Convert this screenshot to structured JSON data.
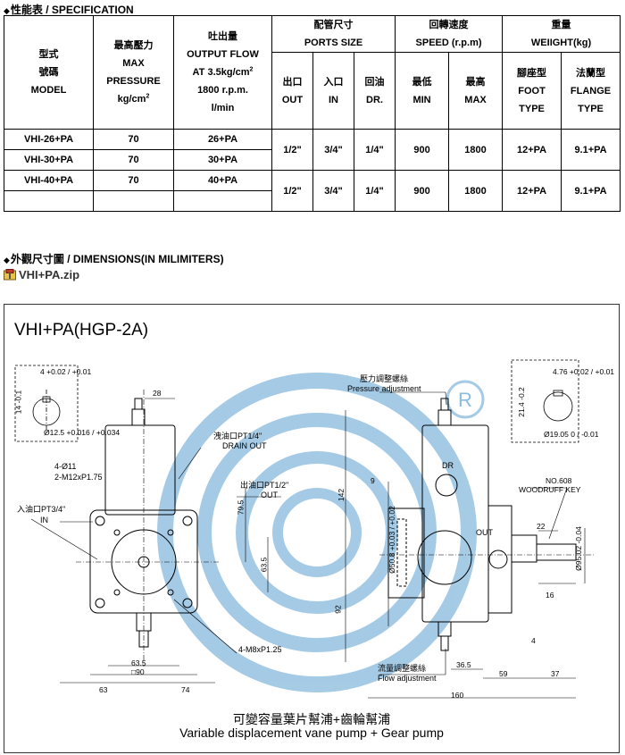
{
  "spec_section": {
    "title": "性能表 / SPECIFICATION",
    "bullet": "◆"
  },
  "table": {
    "h_model_zh": "型式",
    "h_model_zh2": "號碼",
    "h_model_en": "MODEL",
    "h_press_zh": "最高壓力",
    "h_press_en1": "MAX",
    "h_press_en2": "PRESSURE",
    "h_press_unit": "kg/cm",
    "h_press_sup": "2",
    "h_flow_zh": "吐出量",
    "h_flow_en": "OUTPUT FLOW",
    "h_flow_at": "AT 3.5kg/cm",
    "h_flow_sup": "2",
    "h_flow_rpm": "1800 r.p.m.",
    "h_flow_unit": "l/min",
    "h_ports_zh": "配管尺寸",
    "h_ports_en": "PORTS SIZE",
    "h_out_zh": "出口",
    "h_out_en": "OUT",
    "h_in_zh": "入口",
    "h_in_en": "IN",
    "h_dr_zh": "回油",
    "h_dr_en": "DR.",
    "h_speed_zh": "回轉速度",
    "h_speed_en": "SPEED (r.p.m)",
    "h_min_zh": "最低",
    "h_min_en": "MIN",
    "h_max_zh": "最高",
    "h_max_en": "MAX",
    "h_weight_zh": "重量",
    "h_weight_en": "WEIIGHT(kg)",
    "h_foot_zh": "腳座型",
    "h_foot_en1": "FOOT",
    "h_foot_en2": "TYPE",
    "h_flange_zh": "法蘭型",
    "h_flange_en1": "FLANGE",
    "h_flange_en2": "TYPE",
    "rows": [
      {
        "model": "VHI-26+PA",
        "pressure": "70",
        "flow": "26+PA"
      },
      {
        "model": "VHI-30+PA",
        "pressure": "70",
        "flow": "30+PA"
      },
      {
        "model": "VHI-40+PA",
        "pressure": "70",
        "flow": "40+PA"
      }
    ],
    "group1": {
      "out": "1/2\"",
      "in": "3/4\"",
      "dr": "1/4\"",
      "min": "900",
      "max": "1800",
      "foot": "12+PA",
      "flange": "9.1+PA"
    },
    "group2": {
      "out": "1/2\"",
      "in": "3/4\"",
      "dr": "1/4\"",
      "min": "900",
      "max": "1800",
      "foot": "12+PA",
      "flange": "9.1+PA"
    }
  },
  "dim_section": {
    "title": "外觀尺寸圖 / DIMENSIONS(IN MILIMITERS)",
    "bullet": "◆",
    "zip": "VHI+PA.zip"
  },
  "drawing": {
    "title": "VHI+PA(HGP-2A)",
    "caption_zh": "可變容量葉片幫浦+齒輪幫浦",
    "caption_en": "Variable displacement vane pump + Gear pump",
    "labels": {
      "pressure_zh": "壓力調整螺絲",
      "pressure_en": "Pressure adjustment",
      "drain_zh": "洩油口PT1/4\"",
      "drain_en": "DRAIN OUT",
      "out_zh": "出油口PT1/2\"",
      "out_en": "OUT",
      "in_zh": "入油口PT3/4\"",
      "in_en": "IN",
      "holes": "4-Ø11",
      "bolts": "2-M12xP1.75",
      "m8": "4-M8xP1.25",
      "flow_zh": "流量調整螺絲",
      "flow_en": "Flow adjustment",
      "dr": "DR",
      "out_side": "OUT",
      "key_no": "NO.608",
      "key": "WOODRUFF KEY"
    },
    "dims": {
      "d28": "28",
      "d142": "142",
      "d79_5": "79.5",
      "d63_5v": "63.5",
      "d92": "92",
      "d63": "63",
      "d74": "74",
      "d63_5h": "63.5",
      "d90": "□90",
      "d9": "9",
      "d22": "22",
      "d16": "16",
      "d4": "4",
      "d36_5": "36.5",
      "d59": "59",
      "d37": "37",
      "d160": "160",
      "d50_8": "Ø50.8",
      "d50_8_tol": "+0.03 / +0.02",
      "d95": "Ø95.02",
      "d95_tol": "-0.04",
      "key_w": "4",
      "key_w_tol": "+0.02 / +0.01",
      "key_h": "14",
      "key_h_tol": "-0.1",
      "shaft": "Ø12.5",
      "shaft_tol": "+0.016 / +0.034",
      "key2_w": "4.76",
      "key2_w_tol": "+0.02 / +0.01",
      "key2_h": "21.4",
      "key2_h_tol": "-0.2",
      "shaft2": "Ø19.05",
      "shaft2_tol": "0 / -0.01"
    }
  }
}
